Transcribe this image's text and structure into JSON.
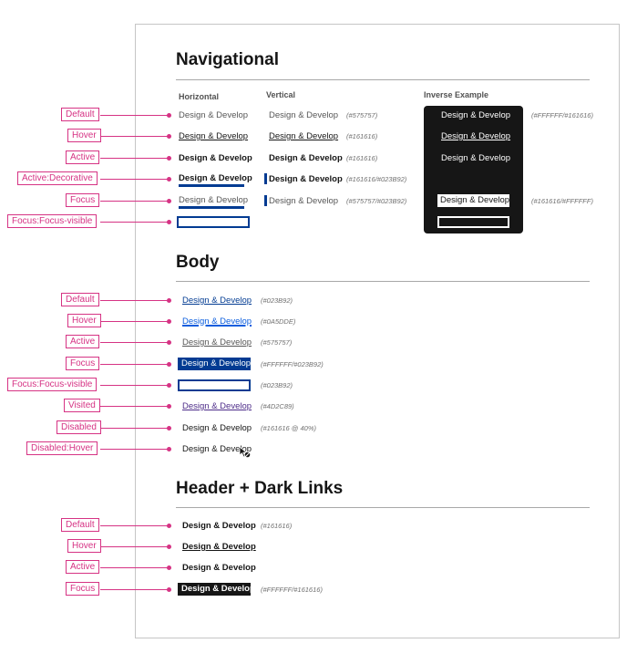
{
  "colors": {
    "annotation": "#D63384",
    "accent": "#023B92",
    "hover": "#0A5DDE",
    "visited": "#4D2C89",
    "text": "#161616",
    "muted": "#575757"
  },
  "sections": {
    "nav": {
      "title": "Navigational"
    },
    "body": {
      "title": "Body"
    },
    "header": {
      "title": "Header + Dark Links"
    }
  },
  "nav": {
    "columns": {
      "horizontal": "Horizontal",
      "vertical": "Vertical",
      "inverse": "Inverse Example"
    },
    "rows": [
      {
        "label": "Default",
        "text": "Design & Develop",
        "hex": "(#575757)",
        "inverse_text": "Design & Develop",
        "inverse_hex": "(#FFFFFF/#161616)"
      },
      {
        "label": "Hover",
        "text": "Design & Develop",
        "hex": "(#161616)",
        "inverse_text": "Design & Develop",
        "inverse_hex": ""
      },
      {
        "label": "Active",
        "text": "Design & Develop",
        "hex": "(#161616)",
        "inverse_text": "Design & Develop",
        "inverse_hex": ""
      },
      {
        "label": "Active:Decorative",
        "text": "Design & Develop",
        "hex": "(#161616/#023B92)",
        "inverse_text": "",
        "inverse_hex": ""
      },
      {
        "label": "Focus",
        "text": "Design & Develop",
        "hex": "(#575757/#023B92)",
        "inverse_text": "Design & Develop",
        "inverse_hex": "(#161616/#FFFFFF)"
      },
      {
        "label": "Focus:Focus-visible",
        "text": "",
        "hex": "",
        "inverse_text": "",
        "inverse_hex": ""
      }
    ]
  },
  "body": {
    "rows": [
      {
        "label": "Default",
        "text": "Design & Develop",
        "hex": "(#023B92)"
      },
      {
        "label": "Hover",
        "text": "Design & Develop",
        "hex": "(#0A5DDE)"
      },
      {
        "label": "Active",
        "text": "Design & Develop",
        "hex": "(#575757)"
      },
      {
        "label": "Focus",
        "text": "Design & Develop",
        "hex": "(#FFFFFF/#023B92)"
      },
      {
        "label": "Focus:Focus-visible",
        "text": "",
        "hex": "(#023B92)"
      },
      {
        "label": "Visited",
        "text": "Design & Develop",
        "hex": "(#4D2C89)"
      },
      {
        "label": "Disabled",
        "text": "Design & Develop",
        "hex": "(#161616 @ 40%)"
      },
      {
        "label": "Disabled:Hover",
        "text": "Design & Develop",
        "hex": ""
      }
    ]
  },
  "header": {
    "rows": [
      {
        "label": "Default",
        "text": "Design & Develop",
        "hex": "(#161616)"
      },
      {
        "label": "Hover",
        "text": "Design & Develop",
        "hex": ""
      },
      {
        "label": "Active",
        "text": "Design & Develop",
        "hex": ""
      },
      {
        "label": "Focus",
        "text": "Design & Develop",
        "hex": "(#FFFFFF/#161616)"
      }
    ]
  }
}
